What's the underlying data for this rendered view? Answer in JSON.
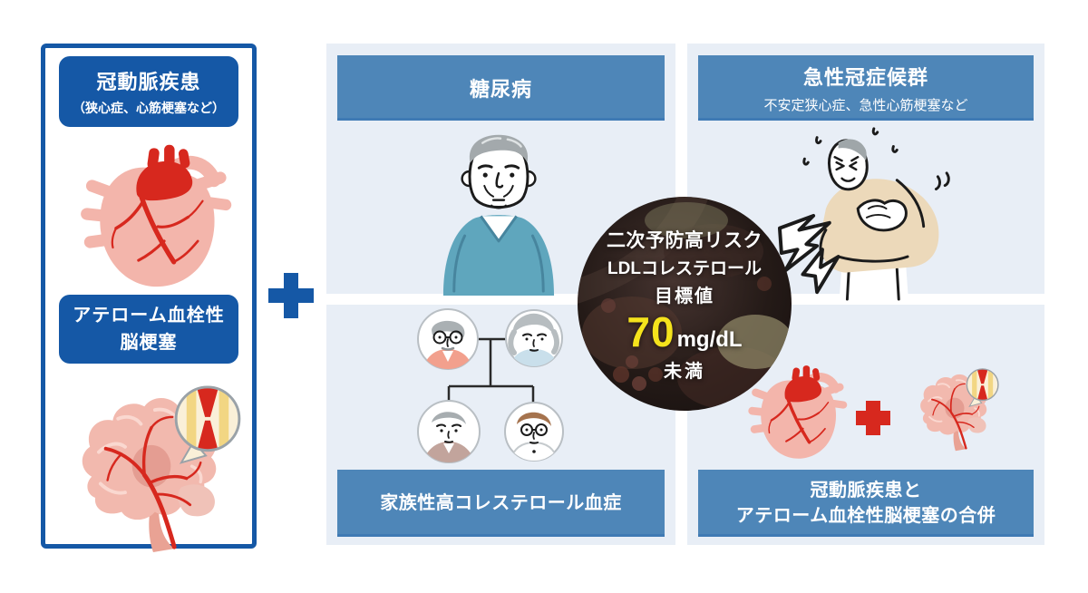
{
  "left_box": {
    "coronary_header": {
      "title": "冠動脈疾患",
      "subtitle": "（狭心症、心筋梗塞など）"
    },
    "stroke_header": {
      "line1": "アテローム血栓性",
      "line2": "脳梗塞"
    }
  },
  "panels": {
    "diabetes": {
      "title": "糖尿病"
    },
    "acute_coronary_syndrome": {
      "title": "急性冠症候群",
      "subtitle": "不安定狭心症、急性心筋梗塞など"
    },
    "familial_hypercholesterolemia": {
      "title": "家族性高コレステロール血症"
    },
    "combined_disease": {
      "line1": "冠動脈疾患と",
      "line2": "アテローム血栓性脳梗塞の合併"
    }
  },
  "center_target": {
    "risk_label": "二次予防高リスク",
    "ldl_label": "LDLコレステロール",
    "target_label": "目標値",
    "value": "70",
    "unit": "mg/dL",
    "qualifier": "未満"
  },
  "icons": {
    "plus": "plus-icon",
    "heart": "heart-illustration",
    "brain": "brain-with-stenosis-illustration",
    "elderly_man": "elderly-man-illustration",
    "chest_pain_man": "chest-pain-man-illustration",
    "family_tree": "family-tree-illustration",
    "heart_plus_brain": "heart-and-brain-combined-illustration",
    "artery_photo": "artery-cross-section-photo"
  },
  "colors": {
    "primary_blue": "#1558a6",
    "header_blue": "#4e86b8",
    "panel_bg": "#e8eef6",
    "accent_red": "#d7281e",
    "value_yellow": "#f5e31c"
  }
}
